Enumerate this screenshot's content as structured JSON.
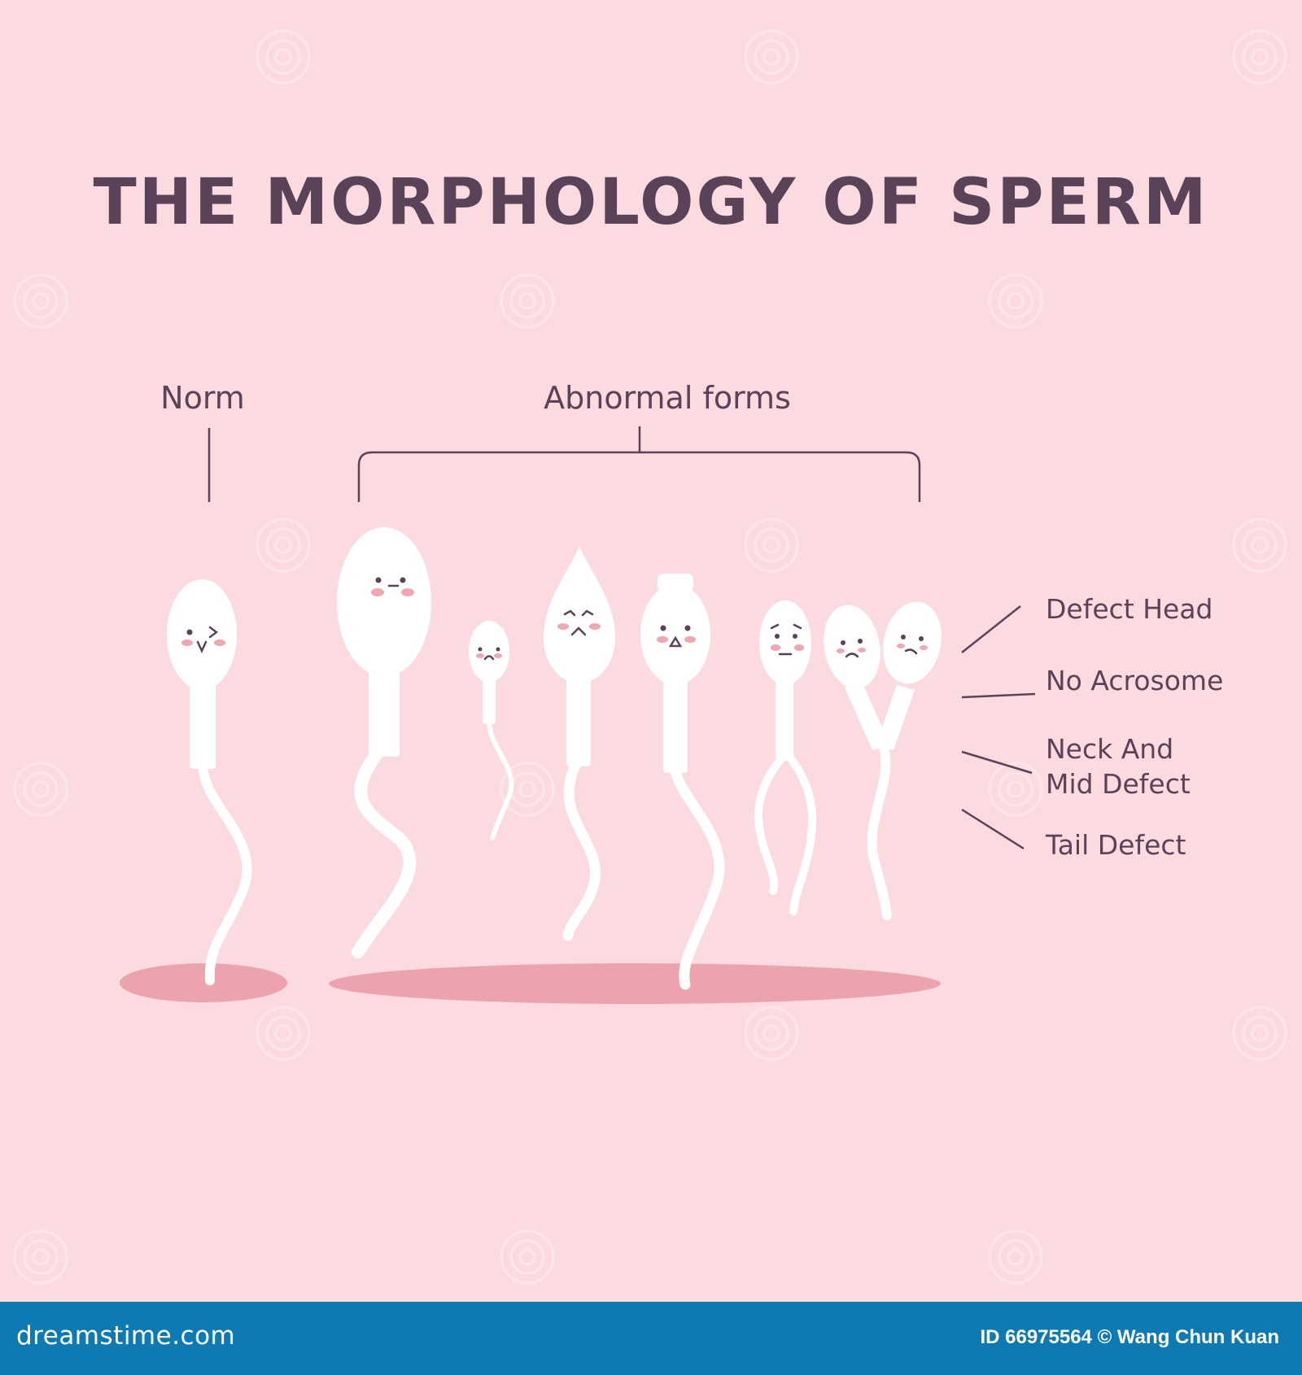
{
  "title": "THE MORPHOLOGY OF SPERM",
  "groups": {
    "norm": "Norm",
    "abnormal": "Abnormal forms"
  },
  "defects": {
    "head": "Defect Head",
    "acrosome": "No Acrosome",
    "neck_line1": "Neck And",
    "neck_line2": "Mid Defect",
    "tail": "Tail Defect"
  },
  "footer": {
    "site": "dreamstime.com",
    "credit": "ID 66975564 © Wang Chun Kuan"
  },
  "colors": {
    "background": "#fcdbe0",
    "text": "#5a4358",
    "shadow": "#eca3ad",
    "cheek": "#f3a6b2",
    "footer": "#0d7ab4"
  }
}
